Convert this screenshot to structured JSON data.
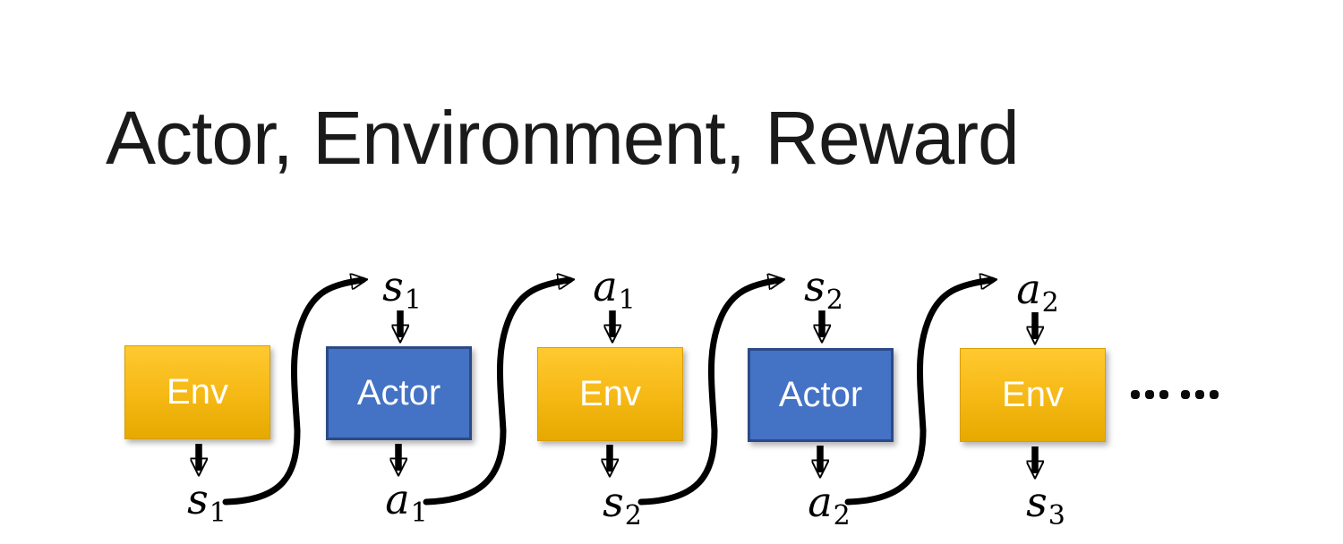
{
  "title": "Actor, Environment, Reward",
  "diagram": {
    "boxes": [
      {
        "label": "Env"
      },
      {
        "label": "Actor"
      },
      {
        "label": "Env"
      },
      {
        "label": "Actor"
      },
      {
        "label": "Env"
      }
    ],
    "top_labels": [
      {
        "var": "s",
        "sub": "1"
      },
      {
        "var": "a",
        "sub": "1"
      },
      {
        "var": "s",
        "sub": "2"
      },
      {
        "var": "a",
        "sub": "2"
      }
    ],
    "bottom_labels": [
      {
        "var": "s",
        "sub": "1"
      },
      {
        "var": "a",
        "sub": "1"
      },
      {
        "var": "s",
        "sub": "2"
      },
      {
        "var": "a",
        "sub": "2"
      },
      {
        "var": "s",
        "sub": "3"
      }
    ],
    "ellipsis": "……",
    "colors": {
      "env_gradient_top": "#FFC930",
      "env_gradient_bottom": "#E6A900",
      "env_border": "#D89F00",
      "actor_fill": "#4472C4",
      "actor_border": "#2A4A87",
      "arrow": "#000000",
      "box_text": "#FFFFFF",
      "title_text": "#1A1A1A"
    }
  }
}
